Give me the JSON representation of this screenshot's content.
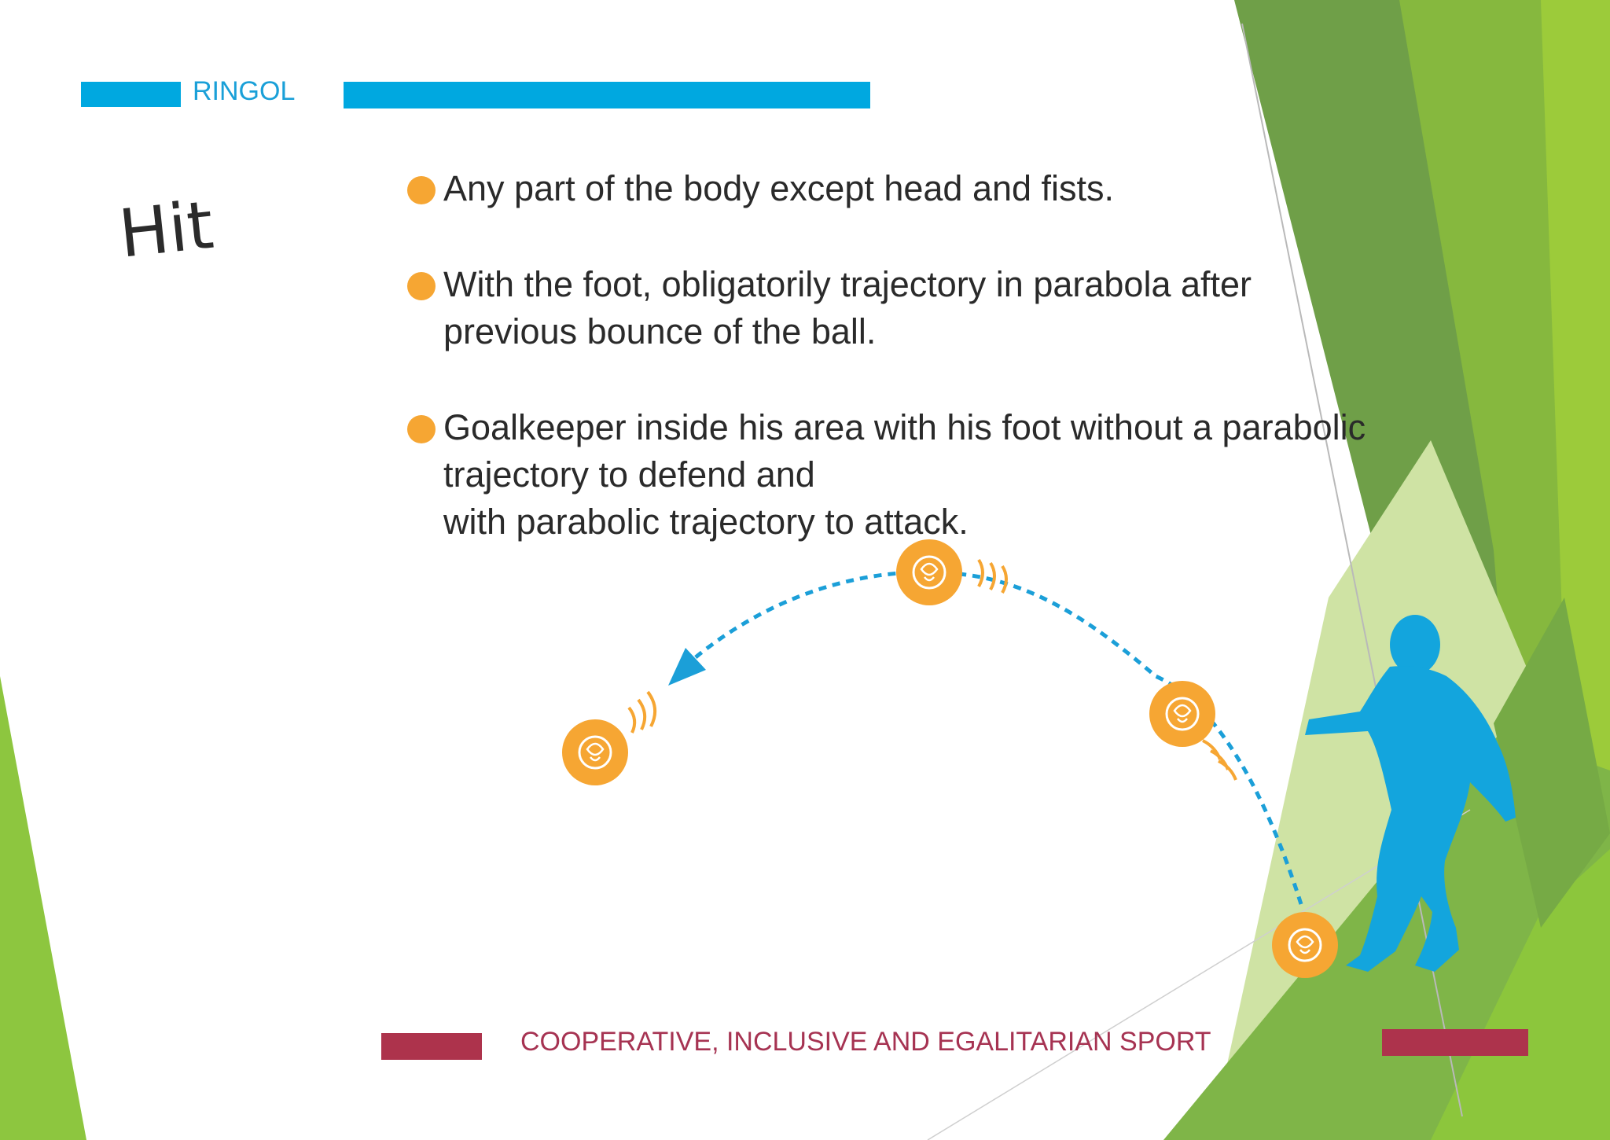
{
  "header": {
    "label": "RINGOL"
  },
  "title": "Hit",
  "bullets": [
    {
      "lines": [
        "Any part of the body except  head and fists."
      ]
    },
    {
      "lines": [
        "With the foot, obligatorily trajectory in parabola after",
        "previous bounce of the ball."
      ]
    },
    {
      "lines": [
        "Goalkeeper inside his area with his foot without a parabolic",
        "trajectory to defend and",
        "with parabolic trajectory to attack."
      ]
    }
  ],
  "footer": {
    "text": "COOPERATIVE, INCLUSIVE AND EGALITARIAN SPORT"
  },
  "colors": {
    "accent_blue": "#00a8e0",
    "bullet_orange": "#f6a633",
    "footer_red": "#ad334c",
    "green_dark": "#6e9f45",
    "green_light": "#9cc83b",
    "figure_blue": "#13a5dd"
  },
  "icons": [
    "ball-icon",
    "player-silhouette-icon",
    "arrow-head-icon"
  ]
}
